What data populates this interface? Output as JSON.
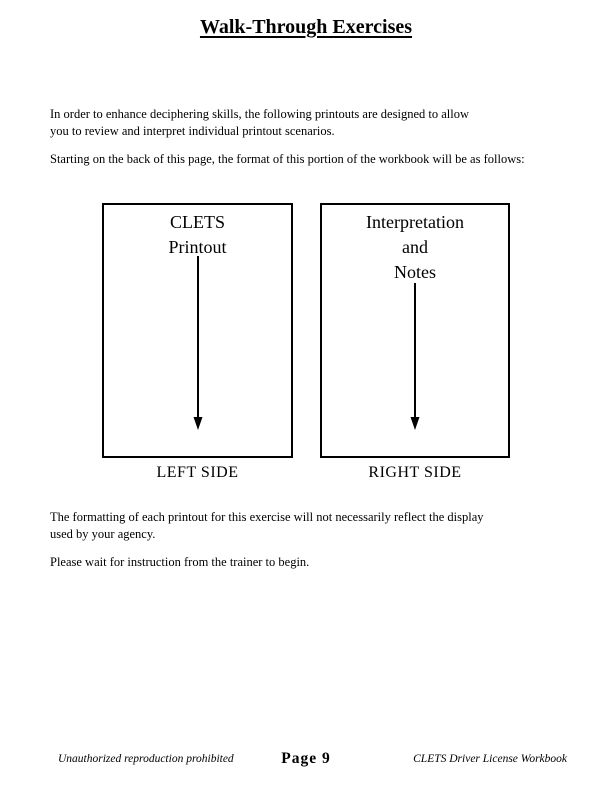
{
  "page": {
    "background": "#ffffff",
    "text_color": "#000000",
    "title": "Walk-Through Exercises"
  },
  "intro": {
    "para1": [
      "In order to enhance deciphering skills, the following printouts are designed to allow",
      "you to review and interpret individual printout scenarios."
    ],
    "para2": [
      "Starting on the back of this page, the format of this portion of the workbook will be as follows:"
    ]
  },
  "diagram": {
    "left_box": {
      "heading": [
        "CLETS",
        "Printout"
      ],
      "arrow_icon": "down-arrow-icon",
      "label": "LEFT SIDE"
    },
    "right_box": {
      "heading": [
        "Interpretation",
        "and",
        "Notes"
      ],
      "arrow_icon": "down-arrow-icon",
      "label": "RIGHT SIDE"
    }
  },
  "closing": {
    "para1": [
      "The formatting of each printout for this exercise will not necessarily reflect the display",
      "used by your agency."
    ],
    "para2": [
      "Please wait for instruction from the trainer to begin."
    ]
  },
  "footer": {
    "left": "Unauthorized reproduction prohibited",
    "center": "Page 9",
    "right": "CLETS Driver License Workbook"
  }
}
